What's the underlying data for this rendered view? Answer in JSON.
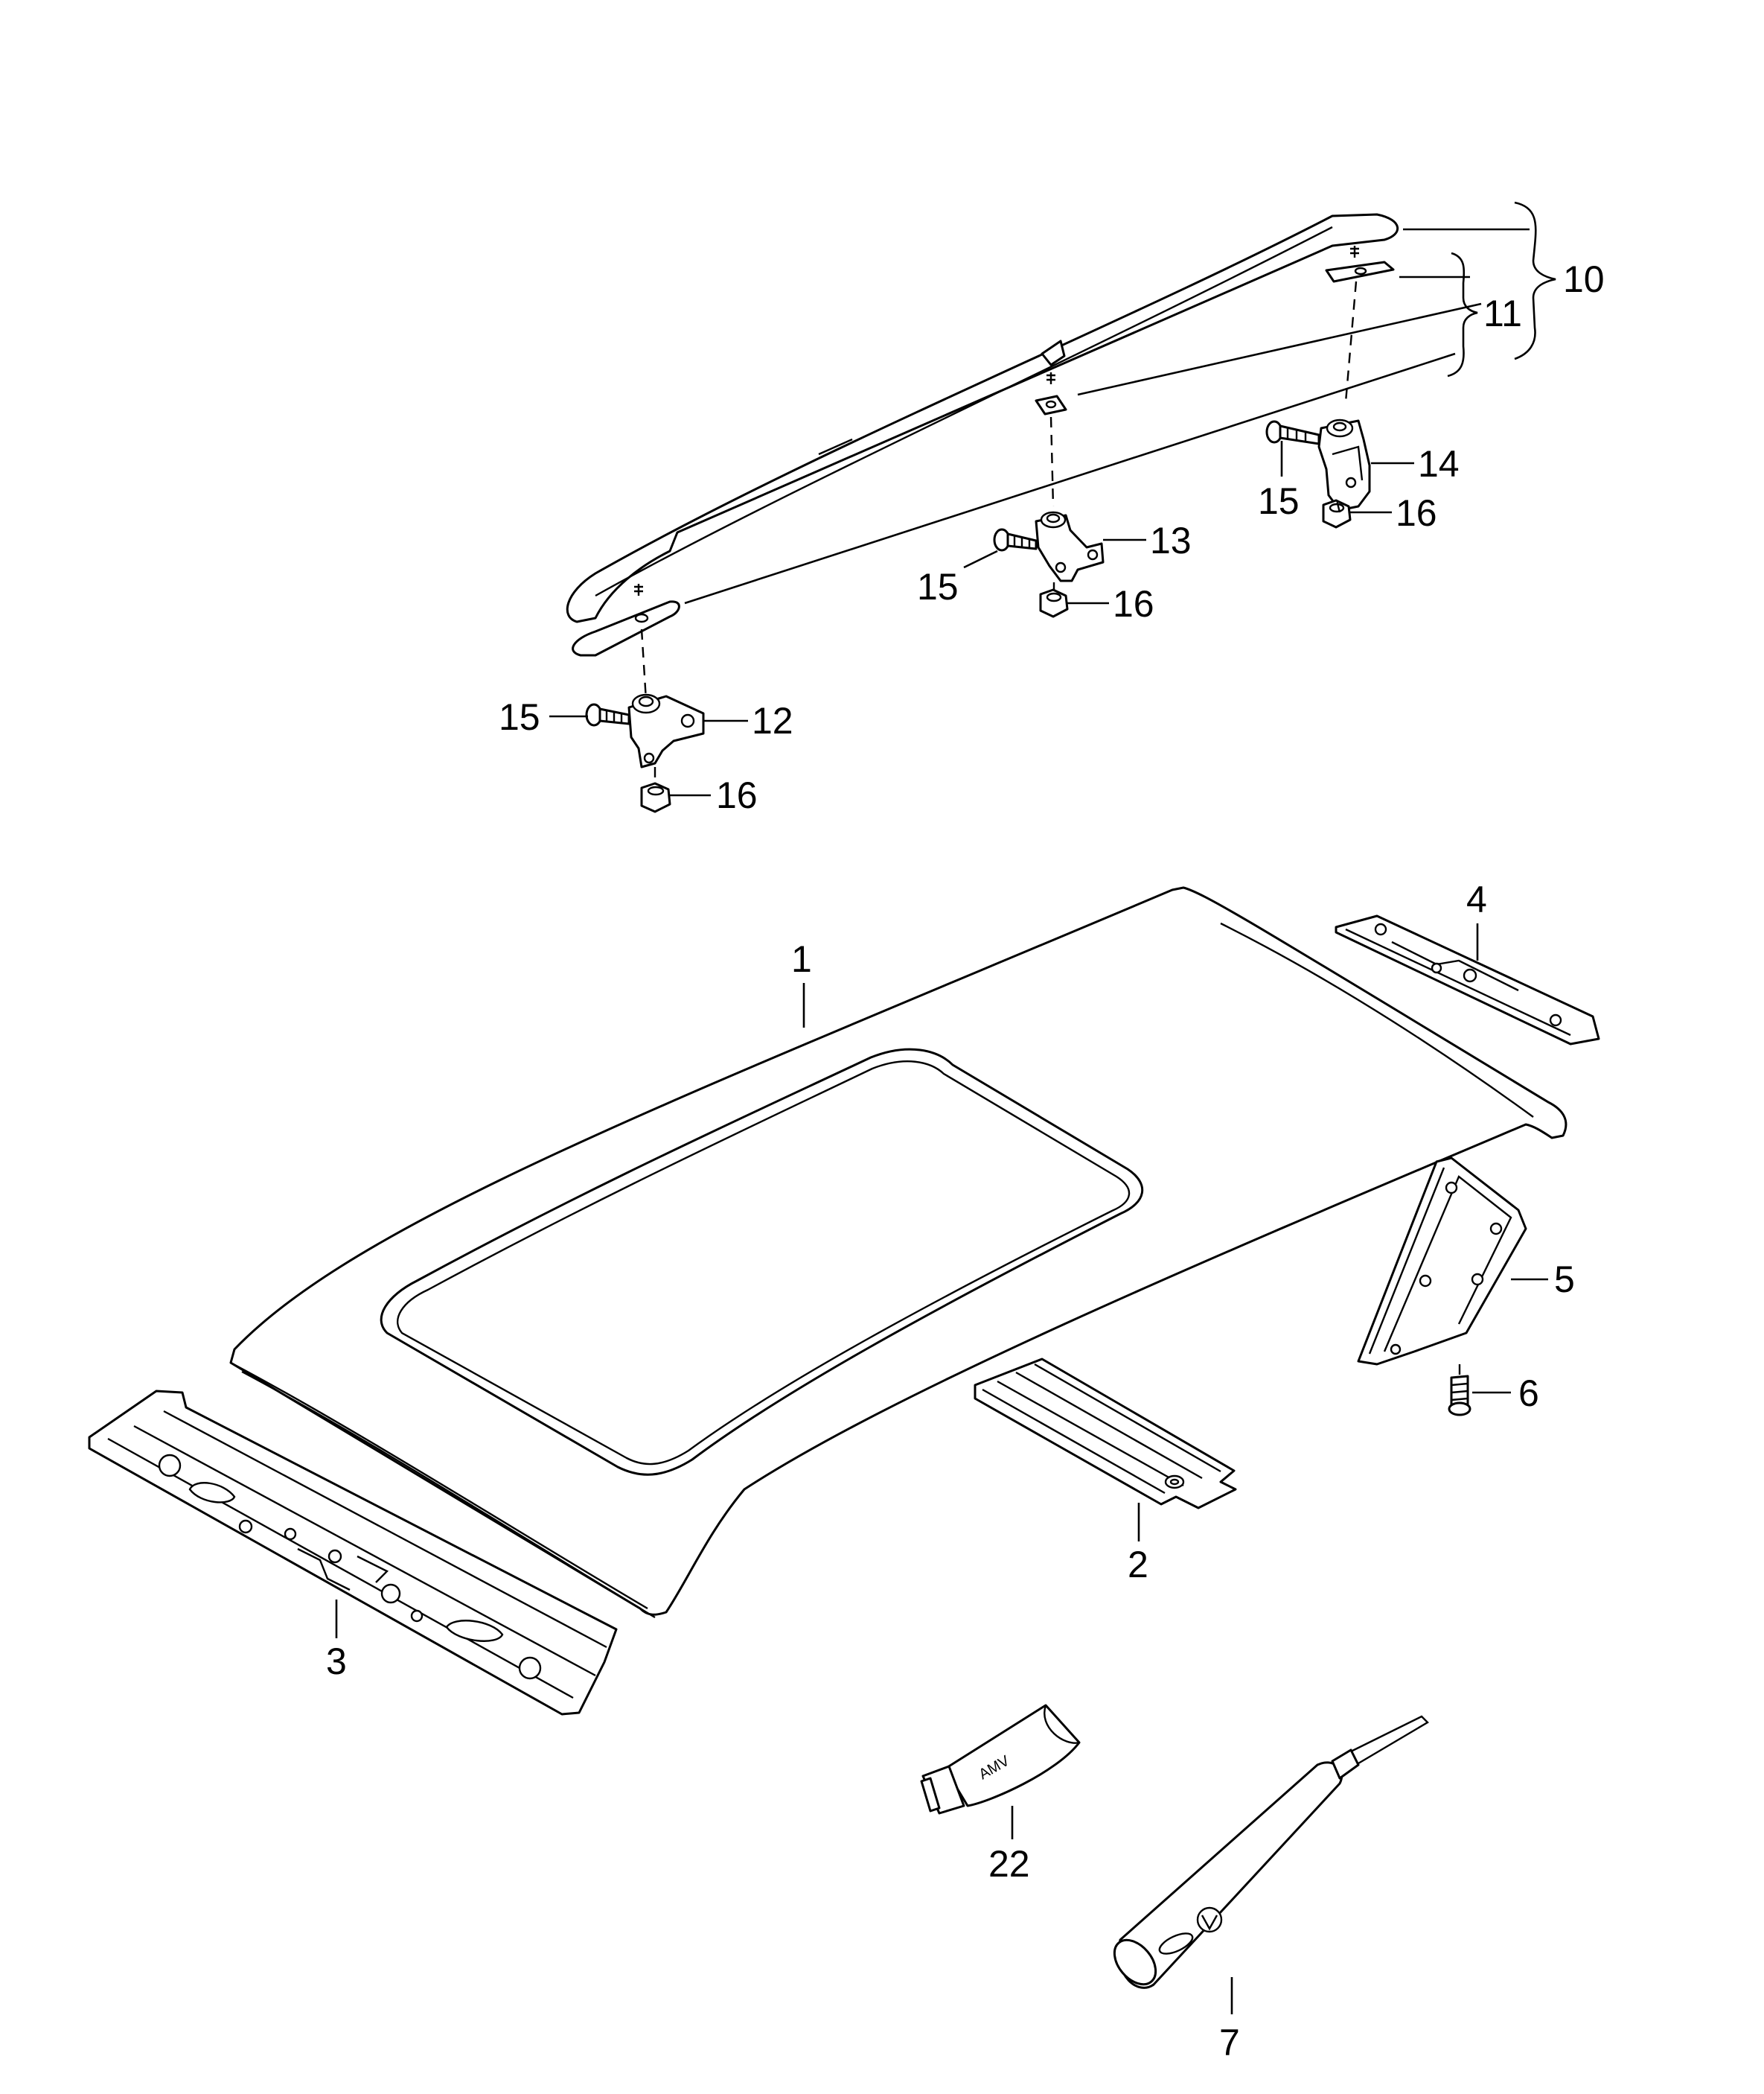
{
  "callouts": {
    "c1": "1",
    "c2": "2",
    "c3": "3",
    "c4": "4",
    "c5": "5",
    "c6": "6",
    "c7": "7",
    "c10": "10",
    "c11": "11",
    "c12": "12",
    "c13": "13",
    "c14": "14",
    "c15a": "15",
    "c15b": "15",
    "c15c": "15",
    "c16a": "16",
    "c16b": "16",
    "c16c": "16",
    "c22": "22"
  },
  "tube_text": "AMV"
}
